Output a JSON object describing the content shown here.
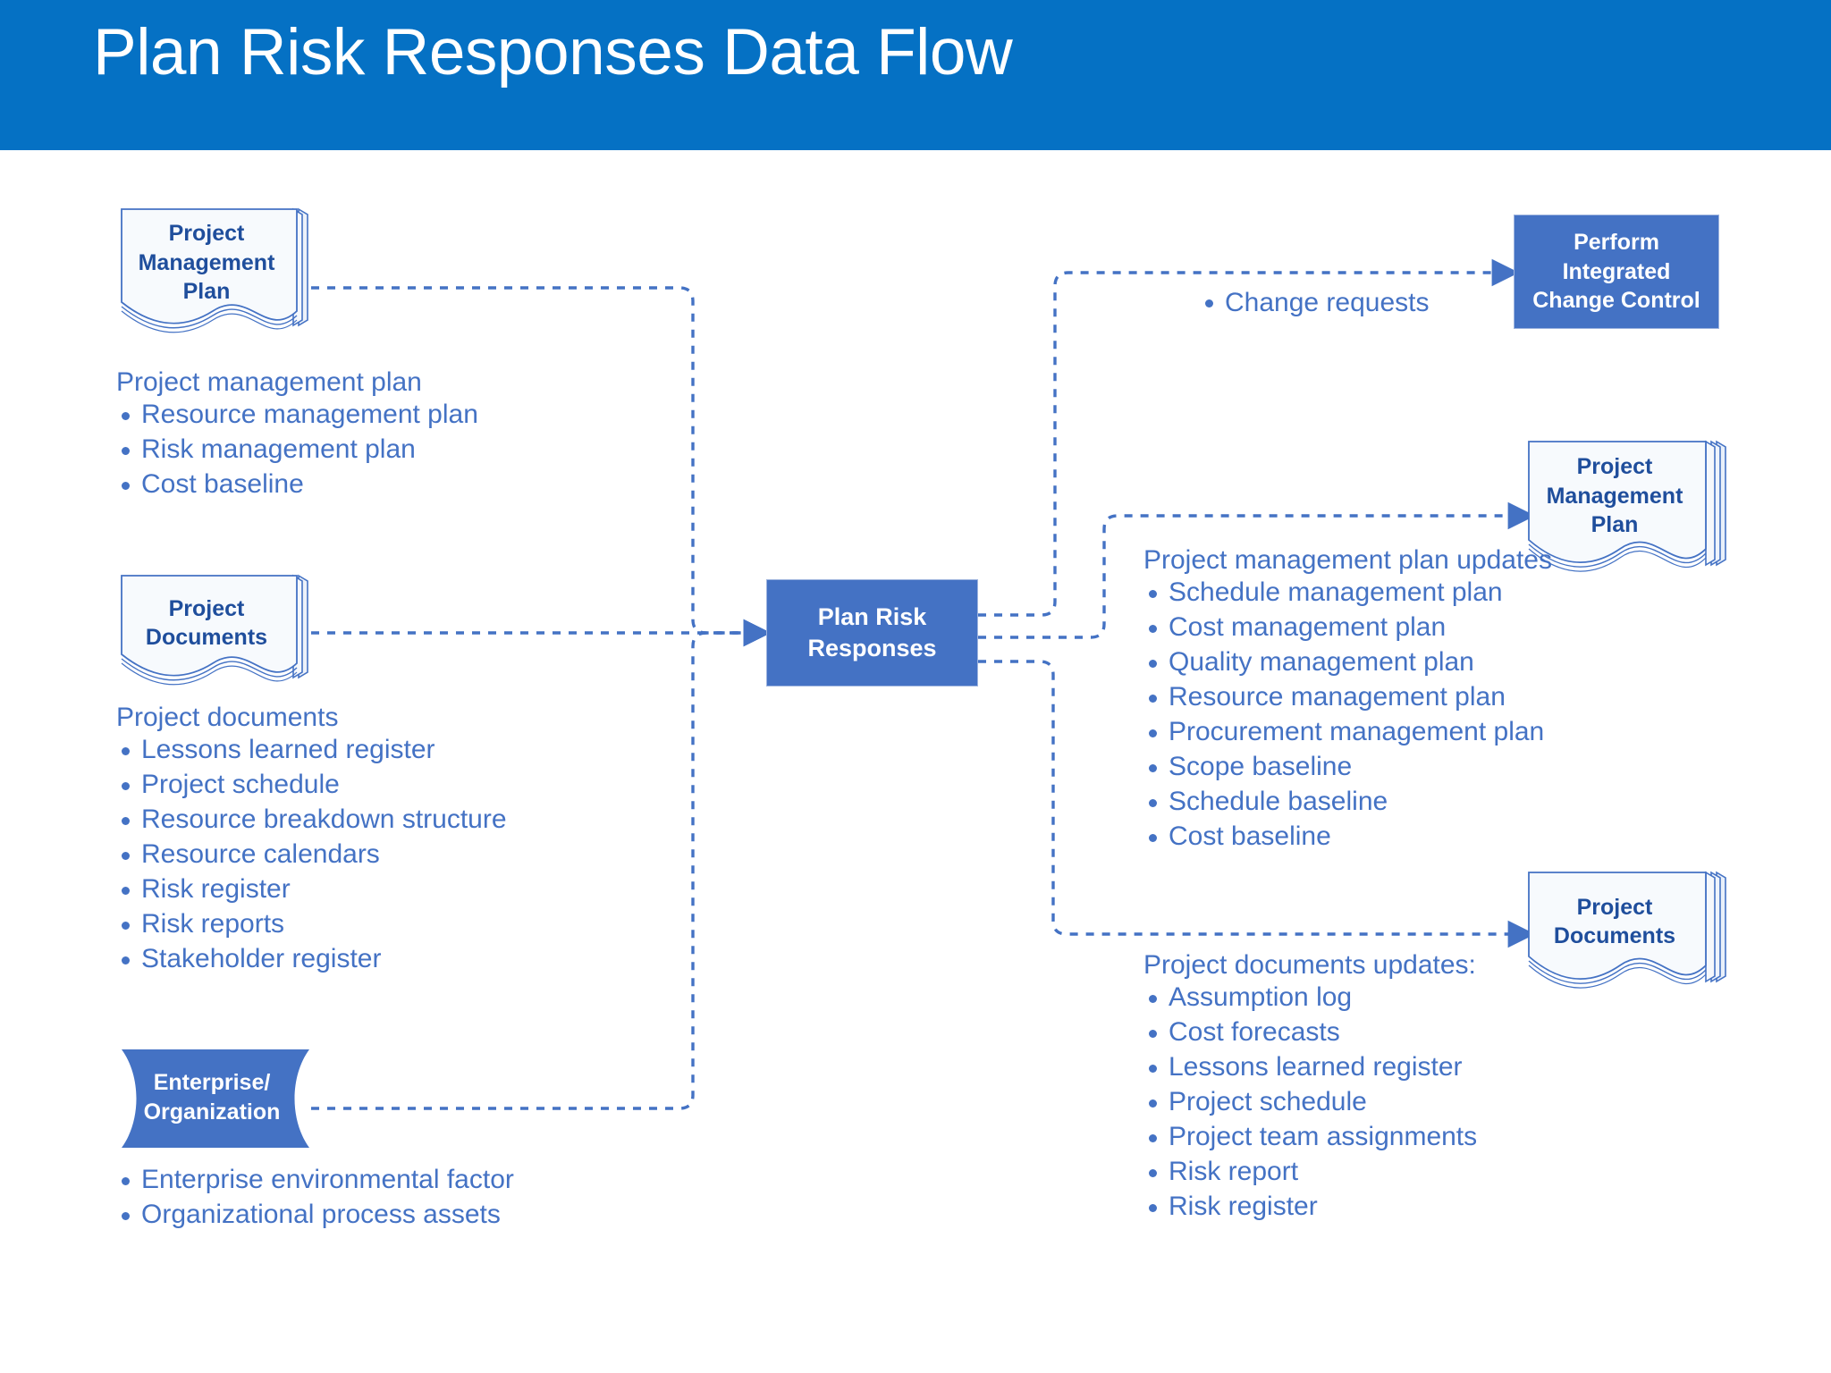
{
  "header": {
    "title": "Plan Risk Responses Data Flow",
    "band_color": "#0571C4",
    "title_color": "#FFFFFF"
  },
  "theme": {
    "process_fill": "#4472C4",
    "process_border": "#9EB4DE",
    "doc_fill": "#F7F9FC",
    "doc_border": "#4472C4",
    "doc_text": "#1F4E9C",
    "body_text": "#4472C4",
    "connector": "#4472C4"
  },
  "nodes": {
    "input_pm_plan": {
      "name": "Project Management Plan",
      "lines": [
        "Project",
        "Management",
        "Plan"
      ],
      "type": "document"
    },
    "input_project_documents": {
      "name": "Project Documents",
      "lines": [
        "Project",
        "Documents"
      ],
      "type": "document"
    },
    "input_enterprise": {
      "name": "Enterprise/Organization",
      "lines": [
        "Enterprise/",
        "Organization"
      ],
      "type": "organization-flag"
    },
    "process": {
      "name": "Plan Risk Responses",
      "lines": [
        "Plan Risk",
        "Responses"
      ],
      "type": "process"
    },
    "output_change_control": {
      "name": "Perform Integrated Change Control",
      "lines": [
        "Perform",
        "Integrated",
        "Change Control"
      ],
      "type": "process"
    },
    "output_pm_plan": {
      "name": "Project Management Plan",
      "lines": [
        "Project",
        "Management",
        "Plan"
      ],
      "type": "document"
    },
    "output_project_documents": {
      "name": "Project Documents",
      "lines": [
        "Project",
        "Documents"
      ],
      "type": "document"
    }
  },
  "inputs": {
    "pm_plan": {
      "heading": "Project management plan",
      "items": [
        "Resource management plan",
        "Risk management plan",
        "Cost baseline"
      ]
    },
    "project_documents": {
      "heading": "Project documents",
      "items": [
        "Lessons learned register",
        "Project schedule",
        "Resource breakdown structure",
        "Resource calendars",
        "Risk register",
        "Risk reports",
        "Stakeholder register"
      ]
    },
    "enterprise": {
      "heading": "",
      "items": [
        "Enterprise environmental factor",
        "Organizational process assets"
      ]
    }
  },
  "outputs": {
    "change_requests": {
      "label": "Change requests"
    },
    "pm_plan_updates": {
      "heading": "Project management plan updates",
      "items": [
        "Schedule management plan",
        "Cost management plan",
        "Quality management plan",
        "Resource management plan",
        "Procurement management plan",
        "Scope baseline",
        "Schedule baseline",
        "Cost baseline"
      ]
    },
    "project_documents_updates": {
      "heading": "Project documents updates:",
      "items": [
        "Assumption log",
        "Cost forecasts",
        "Lessons learned register",
        "Project schedule",
        "Project team assignments",
        "Risk report",
        "Risk register"
      ]
    }
  }
}
